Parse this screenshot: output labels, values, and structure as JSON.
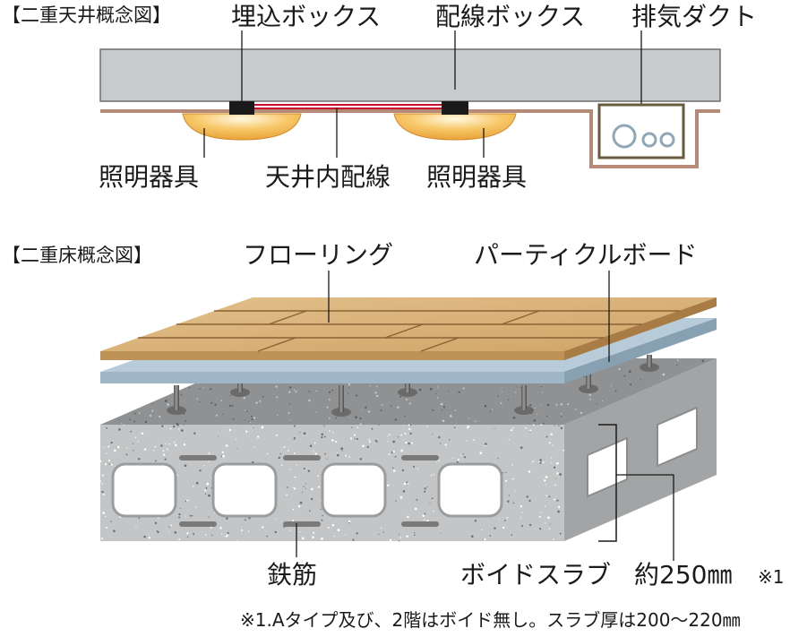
{
  "ceiling": {
    "heading": "【二重天井概念図】",
    "labels": {
      "embedded_box": "埋込ボックス",
      "wiring_box": "配線ボックス",
      "exhaust_duct": "排気ダクト",
      "light_left": "照明器具",
      "ceiling_wiring": "天井内配線",
      "light_right": "照明器具"
    }
  },
  "floor": {
    "heading": "【二重床概念図】",
    "labels": {
      "flooring": "フローリング",
      "particle_board": "パーティクルボード",
      "rebar": "鉄筋",
      "void_slab": "ボイドスラブ",
      "slab_thickness": "約250㎜",
      "footnote_mark": "※1"
    },
    "footnote": "※1.Aタイプ及び、2階はボイド無し。スラブ厚は200〜220㎜"
  },
  "colors": {
    "concrete_top": "#8f9192",
    "concrete_front": "#c3c5c6",
    "concrete_side": "#a2a4a5",
    "wood": "#d8b27a",
    "board": "#9fb6c6",
    "ceiling_slab": "#c8cacb",
    "ceiling_line": "#b58a77",
    "light_glow": "#f4b44a",
    "wiring": "#c8102e"
  }
}
